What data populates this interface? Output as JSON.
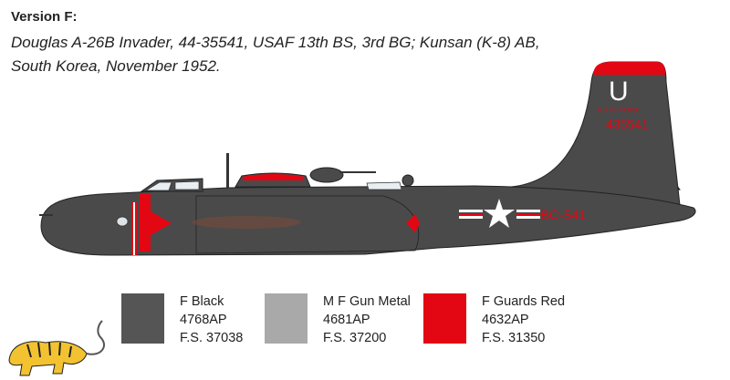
{
  "header": {
    "version": "Version F:",
    "description_line1": "Douglas A-26B Invader, 44-35541, USAF 13th BS, 3rd BG; Kunsan (K-8) AB,",
    "description_line2": "South Korea, November 1952."
  },
  "aircraft": {
    "tail_letter": "U",
    "tail_text": "U.S. AIR FORCE",
    "serial": "435541",
    "fuselage_code": "BC-541"
  },
  "colors": [
    {
      "name": "F Black",
      "code": "4768AP",
      "fs": "F.S. 37038",
      "hex": "#555555"
    },
    {
      "name": "M F Gun Metal",
      "code": "4681AP",
      "fs": "F.S. 37200",
      "hex": "#a9a9a9"
    },
    {
      "name": "F Guards Red",
      "code": "4632AP",
      "fs": "F.S. 31350",
      "hex": "#e30613"
    }
  ],
  "logo": {
    "icon": "tiger-logo"
  }
}
